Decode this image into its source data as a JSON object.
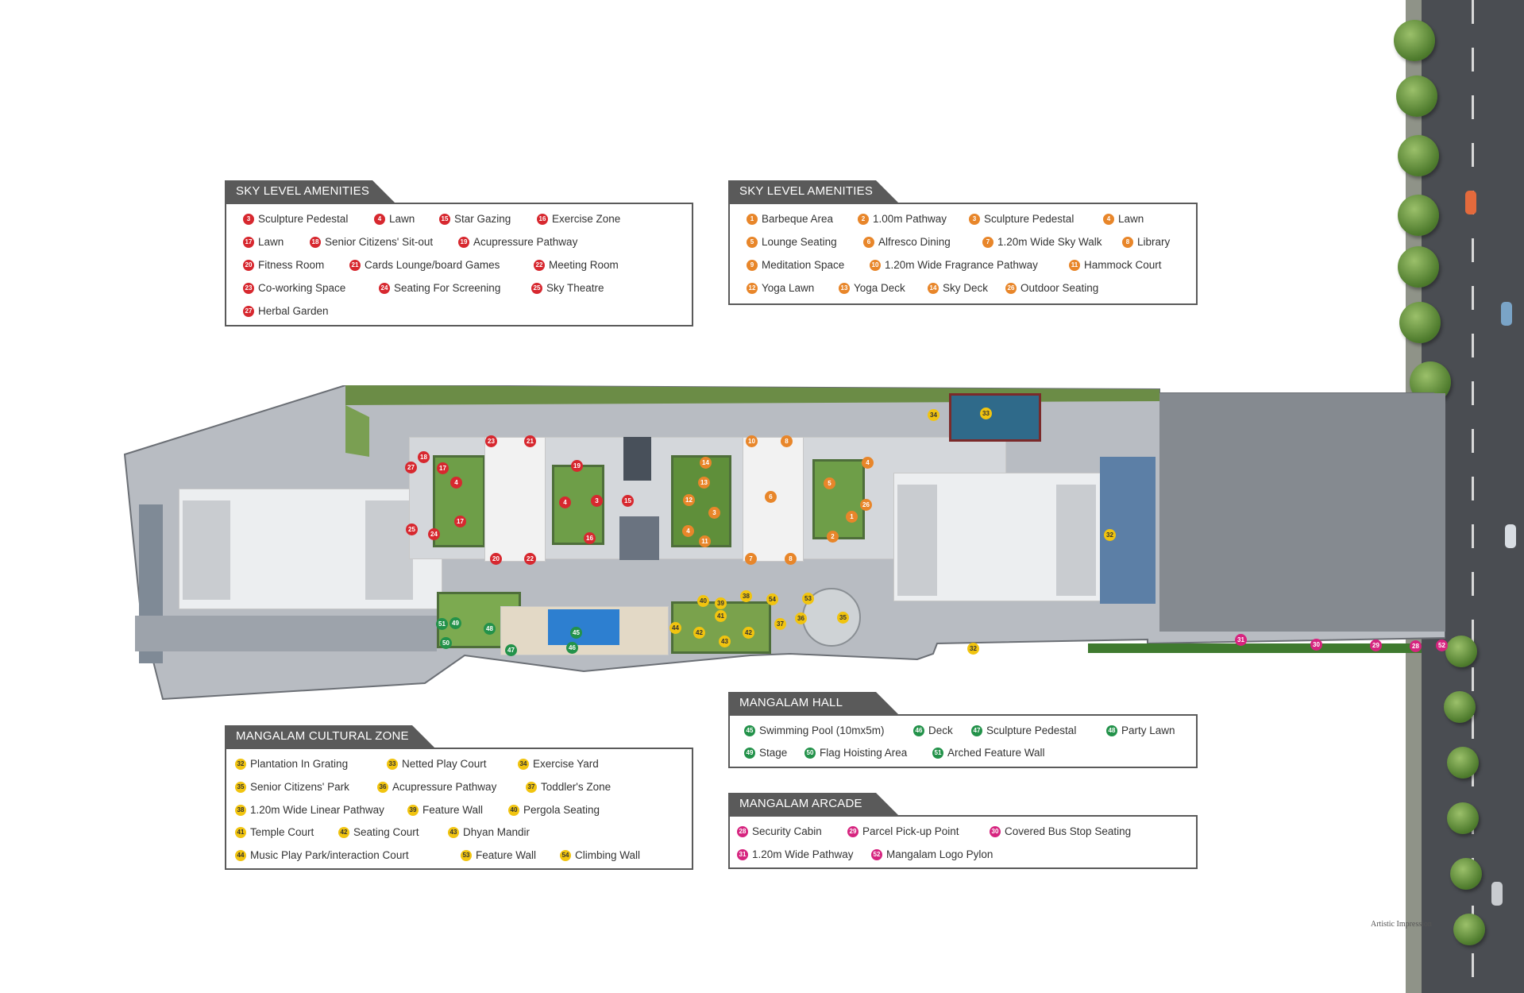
{
  "colors": {
    "red": "#d7282f",
    "orange": "#e8862a",
    "yellow": "#f1c40f",
    "green": "#23924a",
    "pink": "#d6247f",
    "legend_border": "#5a5a5a"
  },
  "legends": {
    "sky_red": {
      "title": "SKY LEVEL AMENITIES",
      "items": [
        {
          "n": "3",
          "label": "Sculpture Pedestal"
        },
        {
          "n": "4",
          "label": "Lawn"
        },
        {
          "n": "15",
          "label": "Star Gazing"
        },
        {
          "n": "16",
          "label": "Exercise Zone"
        },
        {
          "n": "17",
          "label": "Lawn"
        },
        {
          "n": "18",
          "label": "Senior Citizens' Sit-out"
        },
        {
          "n": "19",
          "label": "Acupressure Pathway"
        },
        {
          "n": "20",
          "label": "Fitness Room"
        },
        {
          "n": "21",
          "label": "Cards Lounge/board Games"
        },
        {
          "n": "22",
          "label": "Meeting Room"
        },
        {
          "n": "23",
          "label": "Co-working Space"
        },
        {
          "n": "24",
          "label": "Seating For Screening"
        },
        {
          "n": "25",
          "label": "Sky Theatre"
        },
        {
          "n": "27",
          "label": "Herbal Garden"
        }
      ]
    },
    "sky_orange": {
      "title": "SKY LEVEL AMENITIES",
      "items": [
        {
          "n": "1",
          "label": "Barbeque Area"
        },
        {
          "n": "2",
          "label": "1.00m Pathway"
        },
        {
          "n": "3",
          "label": "Sculpture Pedestal"
        },
        {
          "n": "4",
          "label": "Lawn"
        },
        {
          "n": "5",
          "label": "Lounge Seating"
        },
        {
          "n": "6",
          "label": "Alfresco Dining"
        },
        {
          "n": "7",
          "label": "1.20m Wide Sky Walk"
        },
        {
          "n": "8",
          "label": "Library"
        },
        {
          "n": "9",
          "label": "Meditation Space"
        },
        {
          "n": "10",
          "label": "1.20m Wide Fragrance Pathway"
        },
        {
          "n": "11",
          "label": "Hammock Court"
        },
        {
          "n": "12",
          "label": "Yoga Lawn"
        },
        {
          "n": "13",
          "label": "Yoga Deck"
        },
        {
          "n": "14",
          "label": "Sky Deck"
        },
        {
          "n": "26",
          "label": "Outdoor Seating"
        }
      ]
    },
    "cultural": {
      "title": "MANGALAM CULTURAL ZONE",
      "items": [
        {
          "n": "32",
          "label": "Plantation In Grating"
        },
        {
          "n": "33",
          "label": "Netted Play Court"
        },
        {
          "n": "34",
          "label": "Exercise Yard"
        },
        {
          "n": "35",
          "label": "Senior Citizens' Park"
        },
        {
          "n": "36",
          "label": "Acupressure Pathway"
        },
        {
          "n": "37",
          "label": "Toddler's Zone"
        },
        {
          "n": "38",
          "label": "1.20m Wide Linear Pathway"
        },
        {
          "n": "39",
          "label": "Feature Wall"
        },
        {
          "n": "40",
          "label": "Pergola Seating"
        },
        {
          "n": "41",
          "label": "Temple Court"
        },
        {
          "n": "42",
          "label": "Seating Court"
        },
        {
          "n": "43",
          "label": "Dhyan Mandir"
        },
        {
          "n": "44",
          "label": "Music Play Park/interaction Court"
        },
        {
          "n": "53",
          "label": "Feature Wall"
        },
        {
          "n": "54",
          "label": "Climbing Wall"
        }
      ]
    },
    "hall": {
      "title": "MANGALAM HALL",
      "items": [
        {
          "n": "45",
          "label": "Swimming Pool (10mx5m)"
        },
        {
          "n": "46",
          "label": "Deck"
        },
        {
          "n": "47",
          "label": "Sculpture Pedestal"
        },
        {
          "n": "48",
          "label": "Party Lawn"
        },
        {
          "n": "49",
          "label": "Stage"
        },
        {
          "n": "50",
          "label": "Flag Hoisting Area"
        },
        {
          "n": "51",
          "label": "Arched Feature Wall"
        }
      ]
    },
    "arcade": {
      "title": "MANGALAM ARCADE",
      "items": [
        {
          "n": "28",
          "label": "Security Cabin"
        },
        {
          "n": "29",
          "label": "Parcel Pick-up Point"
        },
        {
          "n": "30",
          "label": "Covered Bus Stop Seating"
        },
        {
          "n": "31",
          "label": "1.20m Wide Pathway"
        },
        {
          "n": "52",
          "label": "Mangalam Logo Pylon"
        }
      ]
    }
  },
  "map_markers": {
    "red": [
      "18",
      "27",
      "17",
      "4",
      "17",
      "25",
      "24",
      "23",
      "21",
      "20",
      "22",
      "19",
      "4",
      "3",
      "15",
      "16"
    ],
    "orange": [
      "14",
      "13",
      "12",
      "3",
      "4",
      "11",
      "10",
      "8",
      "6",
      "7",
      "8",
      "5",
      "4",
      "26",
      "1",
      "2"
    ],
    "yellow": [
      "34",
      "33",
      "32",
      "40",
      "39",
      "41",
      "38",
      "54",
      "53",
      "37",
      "36",
      "35",
      "42",
      "43",
      "44",
      "42",
      "32"
    ],
    "green": [
      "51",
      "49",
      "48",
      "50",
      "47",
      "46",
      "45"
    ],
    "pink": [
      "31",
      "30",
      "29",
      "28",
      "52"
    ]
  },
  "footer": {
    "artistic": "Artistic Impression"
  }
}
